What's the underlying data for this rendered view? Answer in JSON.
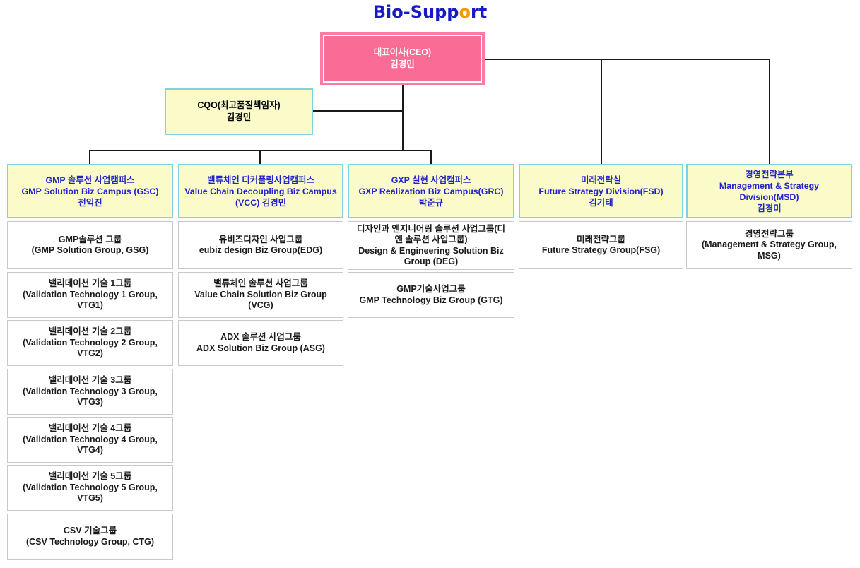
{
  "title": {
    "part1": "Bio-Supp",
    "accent": "o",
    "part2": "rt"
  },
  "colors": {
    "ceo_fill": "#f96c95",
    "ceo_border": "#fa7ba3",
    "node_fill": "#fbfbc9",
    "node_border": "#7ed3e2",
    "campus_text": "#2222cc",
    "title_blue": "#1a1ac4",
    "title_orange": "#f59a00",
    "group_border": "#c9c9c9",
    "connector": "#1a1a1a"
  },
  "ceo": {
    "line1": "대표이사(CEO)",
    "line2": "김경민"
  },
  "cqo": {
    "line1": "CQO(최고품질책임자)",
    "line2": "김경민"
  },
  "campuses": [
    {
      "lines": [
        "GMP 솔루션 사업캠퍼스",
        "GMP Solution Biz Campus (GSC)",
        "전익진"
      ],
      "groups": [
        {
          "ko": "GMP솔루션 그룹",
          "en": "(GMP Solution Group, GSG)"
        },
        {
          "ko": "밸리데이션 기술 1그룹",
          "en": "(Validation Technology 1 Group, VTG1)"
        },
        {
          "ko": "밸리데이션 기술 2그룹",
          "en": "(Validation Technology 2 Group, VTG2)"
        },
        {
          "ko": "밸리데이션 기술 3그룹",
          "en": "(Validation Technology 3 Group, VTG3)"
        },
        {
          "ko": "밸리데이션 기술 4그룹",
          "en": "(Validation Technology 4 Group, VTG4)"
        },
        {
          "ko": "밸리데이션 기술 5그룹",
          "en": "(Validation Technology 5 Group, VTG5)"
        },
        {
          "ko": "CSV 기술그룹",
          "en": "(CSV Technology Group, CTG)"
        }
      ]
    },
    {
      "lines": [
        "밸류체인 디커플링사업캠퍼스",
        "Value Chain Decoupling Biz Campus",
        "(VCC) 김경민"
      ],
      "groups": [
        {
          "ko": "유비즈디자인 사업그룹",
          "en": "eubiz design Biz Group(EDG)"
        },
        {
          "ko": "밸류체인 솔루션 사업그룹",
          "en": "Value Chain Solution Biz Group (VCG)"
        },
        {
          "ko": "ADX 솔루션 사업그룹",
          "en": "ADX Solution Biz Group (ASG)"
        }
      ]
    },
    {
      "lines": [
        "GXP 실현 사업캠퍼스",
        "GXP Realization Biz Campus(GRC)",
        "박준규"
      ],
      "groups": [
        {
          "ko": "디자인과 엔지니어링 솔루션 사업그룹(디엔 솔루션 사업그룹)",
          "en": "Design & Engineering Solution Biz Group (DEG)"
        },
        {
          "ko": "GMP기술사업그룹",
          "en": "GMP Technology Biz Group (GTG)"
        }
      ]
    },
    {
      "lines": [
        "미래전략실",
        "Future Strategy Division(FSD)",
        "김기태"
      ],
      "groups": [
        {
          "ko": "미래전략그룹",
          "en": "Future Strategy Group(FSG)"
        }
      ]
    },
    {
      "lines": [
        "경영전략본부",
        "Management & Strategy",
        "Division(MSD)",
        "김경미"
      ],
      "groups": [
        {
          "ko": "경영전략그룹",
          "en": "(Management & Strategy Group, MSG)"
        }
      ]
    }
  ]
}
